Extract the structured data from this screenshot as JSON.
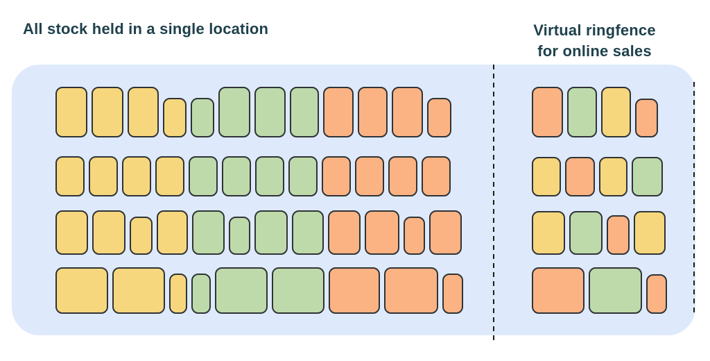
{
  "titles": {
    "left": "All stock held in a single location",
    "right_line1": "Virtual ringfence",
    "right_line2": "for online sales"
  },
  "colors": {
    "yellow": "#F7D77E",
    "green": "#BEDAAB",
    "orange": "#FCB384",
    "container_bg": "#DEEAFB",
    "block_border": "#2F3337",
    "title_text": "#1F414C",
    "dash_line": "#1B1B1B"
  },
  "sections": {
    "main": {
      "label": "all-stock-area",
      "rows": [
        [
          {
            "c": "yellow",
            "w": 46,
            "h": 73
          },
          {
            "c": "yellow",
            "w": 46,
            "h": 73
          },
          {
            "c": "yellow",
            "w": 45,
            "h": 73
          },
          {
            "c": "yellow",
            "w": 34,
            "h": 57
          },
          {
            "c": "green",
            "w": 34,
            "h": 57
          },
          {
            "c": "green",
            "w": 46,
            "h": 73
          },
          {
            "c": "green",
            "w": 45,
            "h": 73
          },
          {
            "c": "green",
            "w": 42,
            "h": 73
          },
          {
            "c": "orange",
            "w": 44,
            "h": 73
          },
          {
            "c": "orange",
            "w": 43,
            "h": 73
          },
          {
            "c": "orange",
            "w": 45,
            "h": 73
          },
          {
            "c": "orange",
            "w": 35,
            "h": 57
          }
        ],
        [
          {
            "c": "yellow",
            "w": 42,
            "h": 58
          },
          {
            "c": "yellow",
            "w": 42,
            "h": 58
          },
          {
            "c": "yellow",
            "w": 42,
            "h": 58
          },
          {
            "c": "yellow",
            "w": 42,
            "h": 58
          },
          {
            "c": "green",
            "w": 42,
            "h": 58
          },
          {
            "c": "green",
            "w": 42,
            "h": 58
          },
          {
            "c": "green",
            "w": 42,
            "h": 58
          },
          {
            "c": "green",
            "w": 42,
            "h": 58
          },
          {
            "c": "orange",
            "w": 42,
            "h": 58
          },
          {
            "c": "orange",
            "w": 42,
            "h": 58
          },
          {
            "c": "orange",
            "w": 42,
            "h": 58
          },
          {
            "c": "orange",
            "w": 42,
            "h": 58
          }
        ],
        [
          {
            "c": "yellow",
            "w": 47,
            "h": 64
          },
          {
            "c": "yellow",
            "w": 48,
            "h": 64
          },
          {
            "c": "yellow",
            "w": 33,
            "h": 55
          },
          {
            "c": "yellow",
            "w": 45,
            "h": 64
          },
          {
            "c": "green",
            "w": 47,
            "h": 64
          },
          {
            "c": "green",
            "w": 31,
            "h": 55
          },
          {
            "c": "green",
            "w": 48,
            "h": 64
          },
          {
            "c": "green",
            "w": 46,
            "h": 64
          },
          {
            "c": "orange",
            "w": 47,
            "h": 64
          },
          {
            "c": "orange",
            "w": 50,
            "h": 64
          },
          {
            "c": "orange",
            "w": 31,
            "h": 55
          },
          {
            "c": "orange",
            "w": 47,
            "h": 64
          }
        ],
        [
          {
            "c": "yellow",
            "w": 76,
            "h": 67
          },
          {
            "c": "yellow",
            "w": 76,
            "h": 67
          },
          {
            "c": "yellow",
            "w": 26,
            "h": 58
          },
          {
            "c": "green",
            "w": 28,
            "h": 58
          },
          {
            "c": "green",
            "w": 76,
            "h": 67
          },
          {
            "c": "green",
            "w": 76,
            "h": 67
          },
          {
            "c": "orange",
            "w": 74,
            "h": 67
          },
          {
            "c": "orange",
            "w": 78,
            "h": 67
          },
          {
            "c": "orange",
            "w": 30,
            "h": 58
          }
        ]
      ]
    },
    "ringfence": {
      "label": "virtual-ringfence-area",
      "rows": [
        [
          {
            "c": "orange",
            "w": 45,
            "h": 73
          },
          {
            "c": "green",
            "w": 43,
            "h": 73
          },
          {
            "c": "yellow",
            "w": 43,
            "h": 73
          },
          {
            "c": "orange",
            "w": 33,
            "h": 56
          }
        ],
        [
          {
            "c": "yellow",
            "w": 42,
            "h": 57
          },
          {
            "c": "orange",
            "w": 43,
            "h": 57
          },
          {
            "c": "yellow",
            "w": 41,
            "h": 57
          },
          {
            "c": "green",
            "w": 45,
            "h": 57
          }
        ],
        [
          {
            "c": "yellow",
            "w": 48,
            "h": 63
          },
          {
            "c": "green",
            "w": 48,
            "h": 63
          },
          {
            "c": "orange",
            "w": 33,
            "h": 57
          },
          {
            "c": "yellow",
            "w": 46,
            "h": 63
          }
        ],
        [
          {
            "c": "orange",
            "w": 76,
            "h": 67
          },
          {
            "c": "green",
            "w": 77,
            "h": 67
          },
          {
            "c": "orange",
            "w": 30,
            "h": 57
          }
        ]
      ]
    }
  }
}
